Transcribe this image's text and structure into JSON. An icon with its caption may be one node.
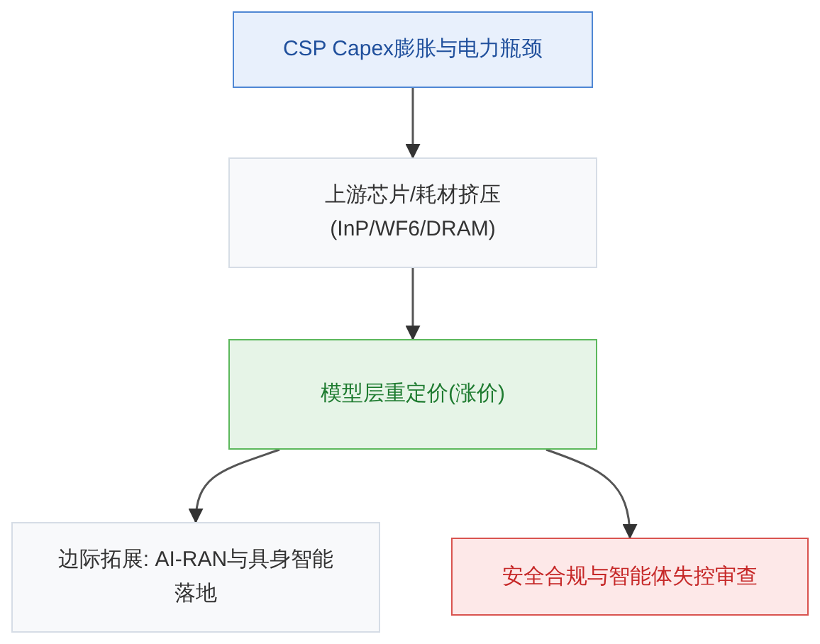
{
  "diagram": {
    "nodes": [
      {
        "text": [
          "CSP Capex膨胀与电力瓶颈"
        ]
      },
      {
        "text": [
          "上游芯片/耗材挤压(InP/WF6/DRAM)"
        ]
      },
      {
        "text": [
          "模型层重定价(涨价)"
        ]
      },
      {
        "text": [
          "边际拓展: AI-RAN与具身智能落地"
        ]
      },
      {
        "text": [
          "安全合规与智能体失控审查"
        ]
      }
    ],
    "edges": [
      {
        "from": 0,
        "to": 1,
        "arrow": "to"
      },
      {
        "from": 1,
        "to": 2,
        "arrow": "to"
      },
      {
        "from": 2,
        "to": 3,
        "arrow": "to"
      },
      {
        "from": 2,
        "to": 4,
        "arrow": "to"
      }
    ]
  }
}
